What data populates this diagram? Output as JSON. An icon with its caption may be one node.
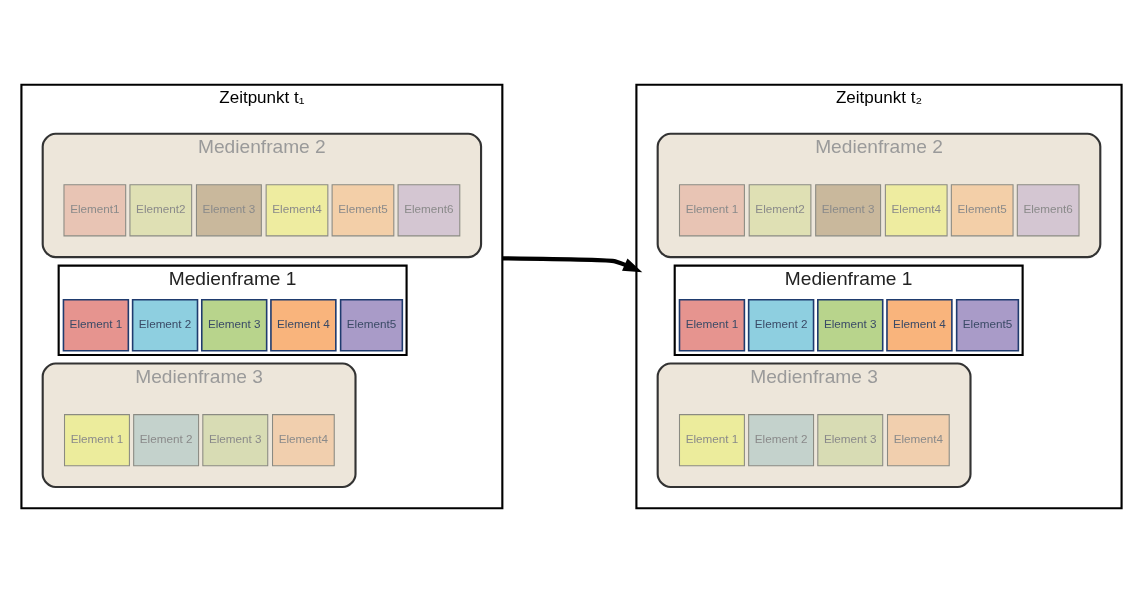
{
  "diagram": {
    "nodes": [
      {
        "text": [
          "Zeitpunkt t₁"
        ]
      },
      {
        "text": [
          "Medienframe 2"
        ],
        "in": 0
      },
      {
        "text": [
          "Element1"
        ],
        "in": 1
      },
      {
        "text": [
          "Element2"
        ],
        "in": 1
      },
      {
        "text": [
          "Element 3"
        ],
        "in": 1
      },
      {
        "text": [
          "Element4"
        ],
        "in": 1
      },
      {
        "text": [
          "Element5"
        ],
        "in": 1
      },
      {
        "text": [
          "Element6"
        ],
        "in": 1
      },
      {
        "text": [
          "Medienframe 1"
        ],
        "in": 0
      },
      {
        "text": [
          "Element 1"
        ],
        "in": 8
      },
      {
        "text": [
          "Element 2"
        ],
        "in": 8
      },
      {
        "text": [
          "Element 3"
        ],
        "in": 8
      },
      {
        "text": [
          "Element 4"
        ],
        "in": 8
      },
      {
        "text": [
          "Element5"
        ],
        "in": 8
      },
      {
        "text": [
          "Medienframe 3"
        ],
        "in": 0
      },
      {
        "text": [
          "Element 1"
        ],
        "in": 14
      },
      {
        "text": [
          "Element 2"
        ],
        "in": 14
      },
      {
        "text": [
          "Element 3"
        ],
        "in": 14
      },
      {
        "text": [
          "Element4"
        ],
        "in": 14
      },
      {
        "text": [
          "Zeitpunkt t₂"
        ]
      },
      {
        "text": [
          "Medienframe 2"
        ],
        "in": 19
      },
      {
        "text": [
          "Element 1"
        ],
        "in": 20
      },
      {
        "text": [
          "Element2"
        ],
        "in": 20
      },
      {
        "text": [
          "Element 3"
        ],
        "in": 20
      },
      {
        "text": [
          "Element4"
        ],
        "in": 20
      },
      {
        "text": [
          "Element5"
        ],
        "in": 20
      },
      {
        "text": [
          "Element6"
        ],
        "in": 20
      },
      {
        "text": [
          "Medienframe 1"
        ],
        "in": 19
      },
      {
        "text": [
          "Element 1"
        ],
        "in": 27
      },
      {
        "text": [
          "Element 2"
        ],
        "in": 27
      },
      {
        "text": [
          "Element 3"
        ],
        "in": 27
      },
      {
        "text": [
          "Element 4"
        ],
        "in": 27
      },
      {
        "text": [
          "Element5"
        ],
        "in": 27
      },
      {
        "text": [
          "Medienframe 3"
        ],
        "in": 19
      },
      {
        "text": [
          "Element 1"
        ],
        "in": 33
      },
      {
        "text": [
          "Element 2"
        ],
        "in": 33
      },
      {
        "text": [
          "Element 3"
        ],
        "in": 33
      },
      {
        "text": [
          "Element4"
        ],
        "in": 33
      }
    ],
    "edges": [
      {
        "from": 0,
        "to": 19,
        "arrow": "to"
      }
    ]
  }
}
